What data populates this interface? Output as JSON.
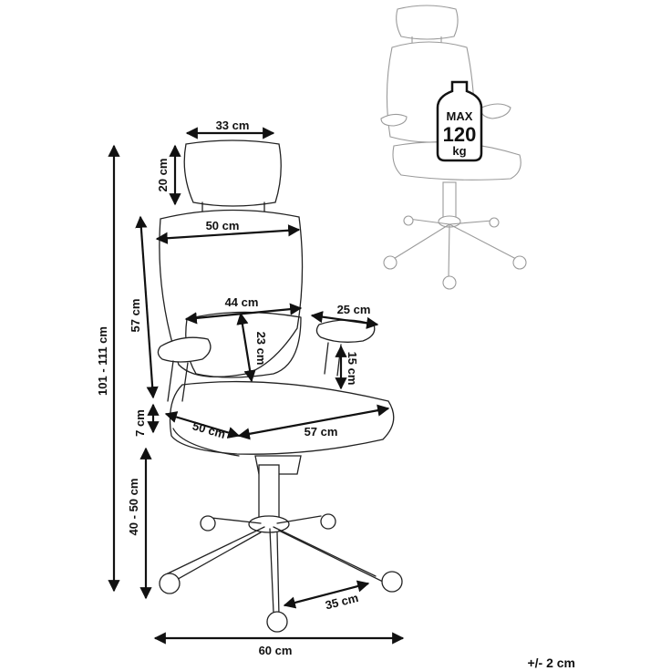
{
  "dimensions": {
    "headrest_width": "33 cm",
    "headrest_height": "20 cm",
    "backrest_top_width": "50 cm",
    "backrest_height": "57 cm",
    "lumbar_width": "44 cm",
    "lumbar_height": "23 cm",
    "armrest_length": "25 cm",
    "armrest_height": "15 cm",
    "total_height": "101 - 111 cm",
    "seat_thickness": "7 cm",
    "seat_width": "50 cm",
    "seat_depth": "57 cm",
    "seat_height": "40 - 50 cm",
    "base_leg": "35 cm",
    "base_width": "60 cm"
  },
  "weight_badge": {
    "line1": "MAX",
    "line2": "120",
    "line3": "kg"
  },
  "tolerance": "+/- 2 cm"
}
